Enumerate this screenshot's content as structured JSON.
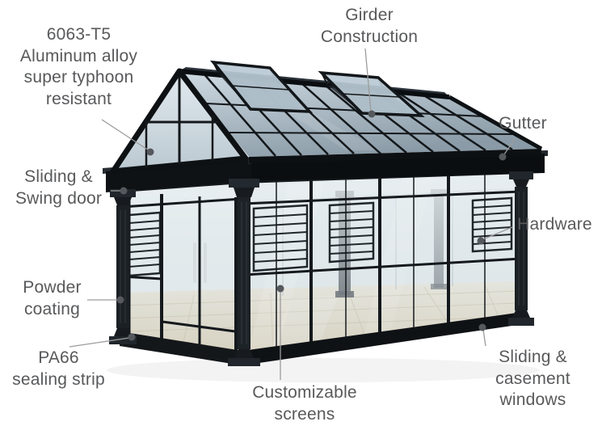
{
  "colors": {
    "background": "#ffffff",
    "label_text": "#58595b",
    "frame_black": "#15191d",
    "leader_line": "#9c9c9c",
    "leader_dot": "#55585c",
    "roof_glass": "#9fb0bb",
    "floor": "#e3d7bc"
  },
  "illustration": {
    "name": "sunroom-3d-illustration",
    "description": "Black aluminium framed glass sunroom with gabled glass roof, two opened roof vents, corner columns, double swing door and tiled floor"
  },
  "labels": {
    "aluminum": {
      "text": "6063-T5\nAluminum alloy\nsuper typhoon\nresistant"
    },
    "girder": {
      "text": "Girder\nConstruction"
    },
    "gutter": {
      "text": "Gutter"
    },
    "door": {
      "text": "Sliding &\nSwing door"
    },
    "hardware": {
      "text": "Hardware"
    },
    "powder": {
      "text": "Powder\ncoating"
    },
    "pa66": {
      "text": "PA66\nsealing strip"
    },
    "screens": {
      "text": "Customizable\nscreens"
    },
    "windows": {
      "text": "Sliding &\ncasement\nwindows"
    }
  }
}
